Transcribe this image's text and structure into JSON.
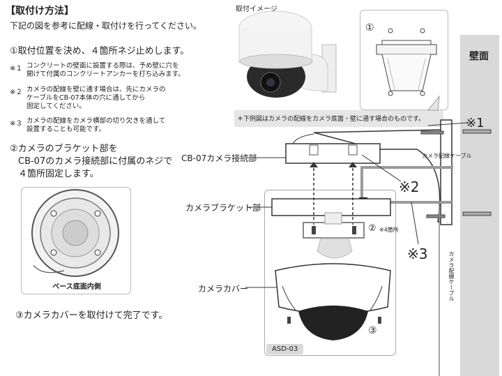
{
  "heading": "【取付け方法】",
  "intro": "下記の図を参考に配線・取付けを行ってください。",
  "step1": "①取付位置を決め、４箇所ネジ止めします。",
  "notes": [
    {
      "mark": "※１",
      "lines": [
        "コンクリートの壁面に設置する際は、予め壁に穴を",
        "開けて付属のコンクリートアンカーを打ち込みます。"
      ]
    },
    {
      "mark": "※２",
      "lines": [
        "カメラの配線を壁に通す場合は、先にカメラの",
        "ケーブルをCB-07本体の穴に通してから",
        "固定してください。"
      ]
    },
    {
      "mark": "※３",
      "lines": [
        "カメラの配線をカメラ横部の切り欠きを通して",
        "設置することも可能です。"
      ]
    }
  ],
  "step2": [
    "②カメラのブラケット部を",
    "CB-07のカメラ接続部に付属のネジで",
    "４箇所固定します。"
  ],
  "base_caption": "ベース底面内側",
  "step3": "③カメラカバーを取付けて完了です。",
  "image_title": "取付イメージ",
  "image_note": "＊下例図はカメラの配線をカメラ底面・壁に通す場合のものです。",
  "detail_num": "①",
  "wall_label": "壁面",
  "mark1": "※1",
  "mark2": "※2",
  "mark3": "※3",
  "cable_label_h": "カメラ配線ケーブル",
  "cable_label_v": "カメラ配線ケーブル",
  "label_connector": "CB-07カメラ接続部",
  "label_bracket": "カメラブラケット部",
  "label_cover": "カメラカバー",
  "screw_num": "②",
  "screw_note": "※4箇所",
  "cover_num": "③",
  "model": "ASD-03"
}
